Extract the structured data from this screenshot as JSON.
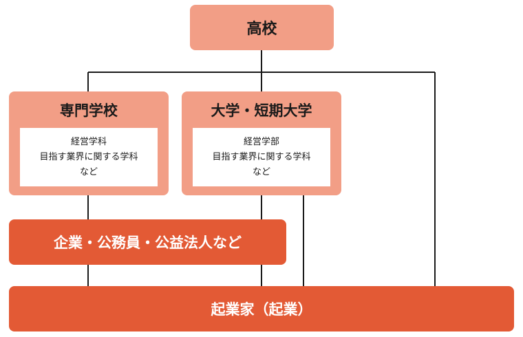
{
  "colors": {
    "light_box": "#f29e86",
    "dark_box": "#e35a35",
    "inner_box": "#ffffff",
    "connector": "#1a1a1a"
  },
  "nodes": {
    "high_school": {
      "label": "高校"
    },
    "vocational_school": {
      "label": "専門学校",
      "details": [
        "経営学科",
        "目指す業界に関する学科",
        "など"
      ]
    },
    "university": {
      "label": "大学・短期大学",
      "details": [
        "経営学部",
        "目指す業界に関する学科",
        "など"
      ]
    },
    "employment": {
      "label": "企業・公務員・公益法人など"
    },
    "entrepreneur": {
      "label": "起業家（起業）"
    }
  }
}
